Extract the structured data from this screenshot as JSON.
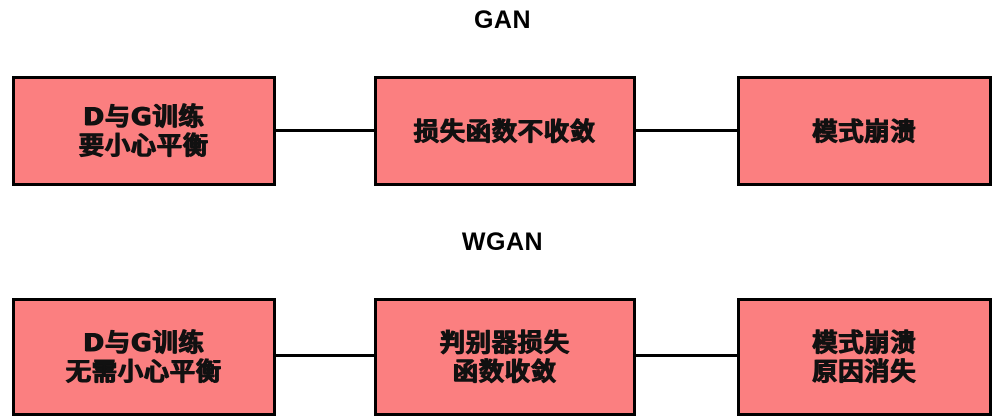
{
  "colors": {
    "box_fill": "#fb7f80",
    "box_border": "#000000",
    "connector": "#000000",
    "text": "#111111",
    "title": "#000000",
    "background": "#ffffff"
  },
  "sections": [
    {
      "id": "gan",
      "title": "GAN",
      "nodes": [
        {
          "id": "gan-box-1",
          "line1": "D与G训练",
          "line2": "要小心平衡"
        },
        {
          "id": "gan-box-2",
          "line1": "损失函数不收敛",
          "line2": ""
        },
        {
          "id": "gan-box-3",
          "line1": "模式崩溃",
          "line2": ""
        }
      ],
      "connectors": [
        {
          "id": "gan-conn-1",
          "from": "gan-box-1",
          "to": "gan-box-2"
        },
        {
          "id": "gan-conn-2",
          "from": "gan-box-2",
          "to": "gan-box-3"
        }
      ]
    },
    {
      "id": "wgan",
      "title": "WGAN",
      "nodes": [
        {
          "id": "wgan-box-1",
          "line1": "D与G训练",
          "line2": "无需小心平衡"
        },
        {
          "id": "wgan-box-2",
          "line1": "判别器损失",
          "line2": "函数收敛"
        },
        {
          "id": "wgan-box-3",
          "line1": "模式崩溃",
          "line2": "原因消失"
        }
      ],
      "connectors": [
        {
          "id": "wgan-conn-1",
          "from": "wgan-box-1",
          "to": "wgan-box-2"
        },
        {
          "id": "wgan-conn-2",
          "from": "wgan-box-2",
          "to": "wgan-box-3"
        }
      ]
    }
  ]
}
